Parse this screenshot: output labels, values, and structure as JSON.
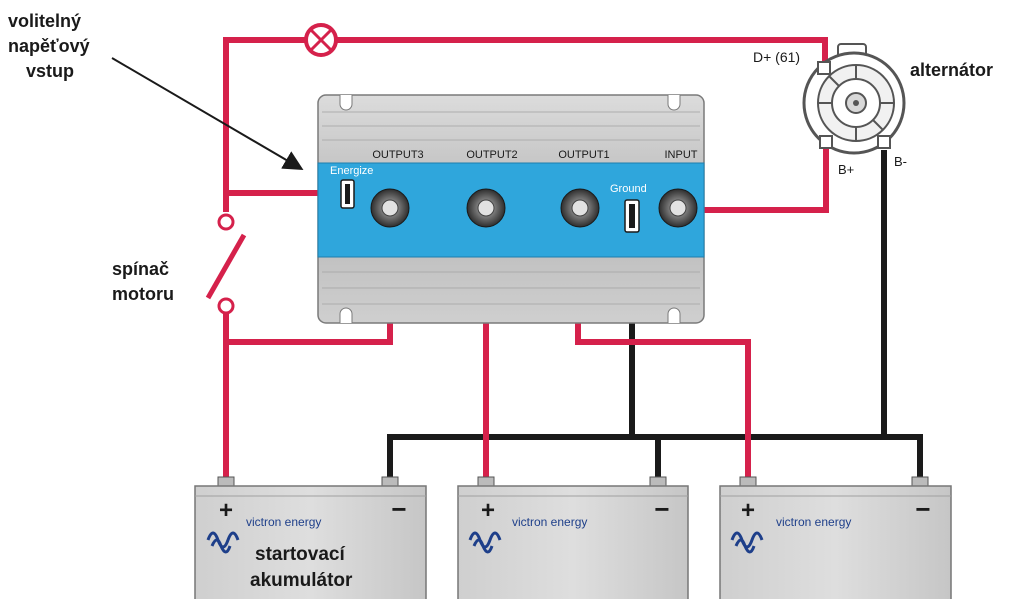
{
  "labels": {
    "voltage_input": [
      "volitelný",
      "napěťový",
      "vstup"
    ],
    "engine_switch": [
      "spínač",
      "motoru"
    ],
    "alternator": "alternátor",
    "alternator_d_plus": "D+ (61)",
    "alternator_b_plus": "B+",
    "alternator_b_minus": "B-",
    "starter_battery": [
      "startovací",
      "akumulátor"
    ]
  },
  "isolator": {
    "outputs": [
      "OUTPUT3",
      "OUTPUT2",
      "OUTPUT1",
      "INPUT"
    ],
    "energize": "Energize",
    "ground": "Ground"
  },
  "batteries": [
    {
      "plus": "+",
      "minus": "−",
      "brand": "victron energy"
    },
    {
      "plus": "+",
      "minus": "−",
      "brand": "victron energy"
    },
    {
      "plus": "+",
      "minus": "−",
      "brand": "victron energy"
    }
  ],
  "colors": {
    "positive_wire": "#d5214b",
    "negative_wire": "#1a1a1a",
    "isolator_panel": "#2fa6dc",
    "isolator_housing": "#c9c9c9",
    "battery_body": "#d4d4d4",
    "brand_blue": "#1e3f8a"
  }
}
